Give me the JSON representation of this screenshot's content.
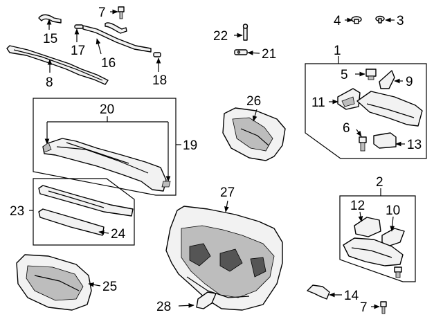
{
  "callouts": [
    {
      "id": "1",
      "text": "1"
    },
    {
      "id": "2",
      "text": "2"
    },
    {
      "id": "3",
      "text": "3"
    },
    {
      "id": "4",
      "text": "4"
    },
    {
      "id": "5",
      "text": "5"
    },
    {
      "id": "6",
      "text": "6"
    },
    {
      "id": "7a",
      "text": "7"
    },
    {
      "id": "7b",
      "text": "7"
    },
    {
      "id": "8",
      "text": "8"
    },
    {
      "id": "9",
      "text": "9"
    },
    {
      "id": "10",
      "text": "10"
    },
    {
      "id": "11",
      "text": "11"
    },
    {
      "id": "12",
      "text": "12"
    },
    {
      "id": "13",
      "text": "13"
    },
    {
      "id": "14",
      "text": "14"
    },
    {
      "id": "15",
      "text": "15"
    },
    {
      "id": "16",
      "text": "16"
    },
    {
      "id": "17",
      "text": "17"
    },
    {
      "id": "18",
      "text": "18"
    },
    {
      "id": "19",
      "text": "19"
    },
    {
      "id": "20",
      "text": "20"
    },
    {
      "id": "21",
      "text": "21"
    },
    {
      "id": "22",
      "text": "22"
    },
    {
      "id": "23",
      "text": "23"
    },
    {
      "id": "24",
      "text": "24"
    },
    {
      "id": "25",
      "text": "25"
    },
    {
      "id": "26",
      "text": "26"
    },
    {
      "id": "27",
      "text": "27"
    },
    {
      "id": "28",
      "text": "28"
    }
  ]
}
